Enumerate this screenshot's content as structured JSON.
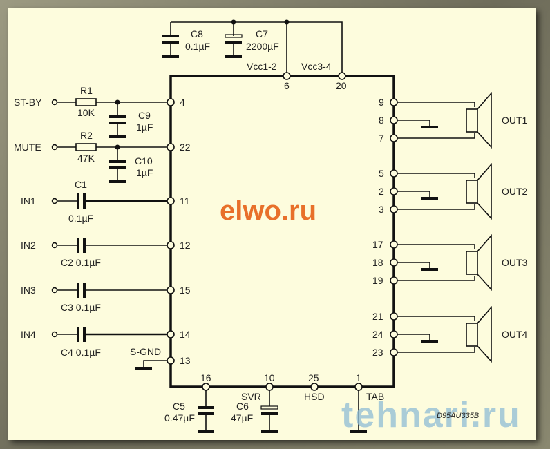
{
  "watermarks": {
    "main": "elwo.ru",
    "corner": "tehnari.ru",
    "figure_ref": "D95AU335B"
  },
  "supply": {
    "c8": {
      "name": "C8",
      "value": "0.1µF"
    },
    "c7": {
      "name": "C7",
      "value": "2200µF"
    },
    "vcc12": "Vcc1-2",
    "vcc34": "Vcc3-4",
    "pin6": "6",
    "pin20": "20"
  },
  "control": {
    "stby": {
      "label": "ST-BY",
      "r": "R1",
      "r_value": "10K",
      "c": "C9",
      "c_value": "1µF",
      "pin": "4"
    },
    "mute": {
      "label": "MUTE",
      "r": "R2",
      "r_value": "47K",
      "c": "C10",
      "c_value": "1µF",
      "pin": "22"
    }
  },
  "inputs": [
    {
      "label": "IN1",
      "cap_name": "C1",
      "cap_value": "0.1µF",
      "pin": "11"
    },
    {
      "label": "IN2",
      "cap": "C2 0.1µF",
      "pin": "12"
    },
    {
      "label": "IN3",
      "cap": "C3 0.1µF",
      "pin": "15"
    },
    {
      "label": "IN4",
      "cap": "C4 0.1µF",
      "pin": "14"
    }
  ],
  "sgnd": {
    "label": "S-GND",
    "pin": "13"
  },
  "outputs": [
    {
      "label": "OUT1",
      "pins": [
        "9",
        "8",
        "7"
      ]
    },
    {
      "label": "OUT2",
      "pins": [
        "5",
        "2",
        "3"
      ]
    },
    {
      "label": "OUT3",
      "pins": [
        "17",
        "18",
        "19"
      ]
    },
    {
      "label": "OUT4",
      "pins": [
        "21",
        "24",
        "23"
      ]
    }
  ],
  "bottom": {
    "pin16": "16",
    "c5": "C5",
    "c5_value": "0.47µF",
    "pin10": "10",
    "svr": "SVR",
    "c6": "C6",
    "c6_value": "47µF",
    "pin25": "25",
    "hsd": "HSD",
    "pin1": "1",
    "tab": "TAB"
  }
}
